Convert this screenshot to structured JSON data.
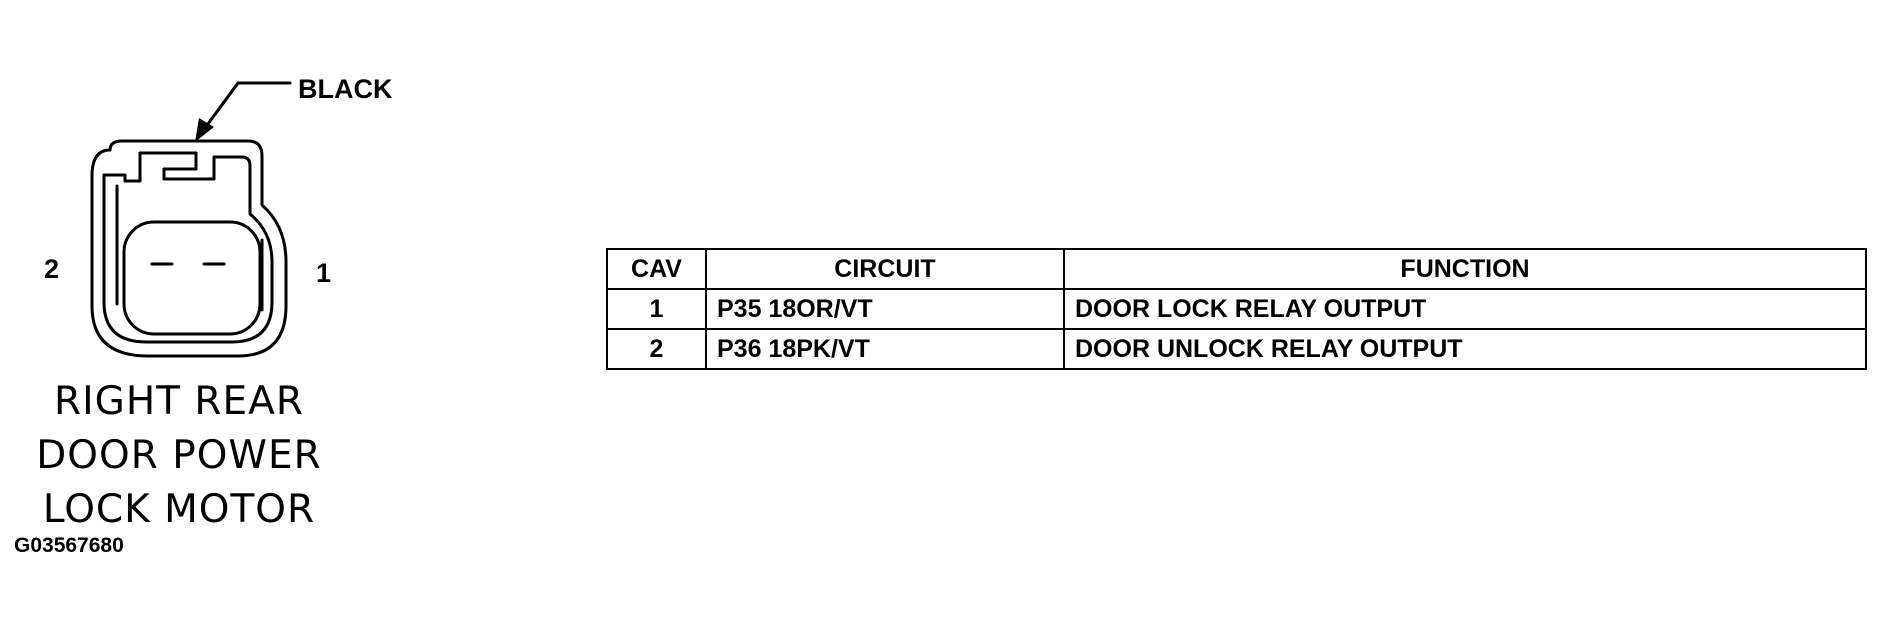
{
  "connector": {
    "color_callout": "BLACK",
    "pin_left_label": "2",
    "pin_right_label": "1",
    "name_lines": [
      "RIGHT REAR",
      "DOOR POWER",
      "LOCK MOTOR"
    ]
  },
  "figure_id": "G03567680",
  "table": {
    "headers": {
      "cav": "CAV",
      "circuit": "CIRCUIT",
      "function": "FUNCTION"
    },
    "rows": [
      {
        "cav": "1",
        "circuit": "P35 18OR/VT",
        "function": "DOOR LOCK RELAY OUTPUT"
      },
      {
        "cav": "2",
        "circuit": "P36 18PK/VT",
        "function": "DOOR UNLOCK RELAY OUTPUT"
      }
    ]
  },
  "colors": {
    "line": "#000000",
    "background": "#ffffff"
  }
}
